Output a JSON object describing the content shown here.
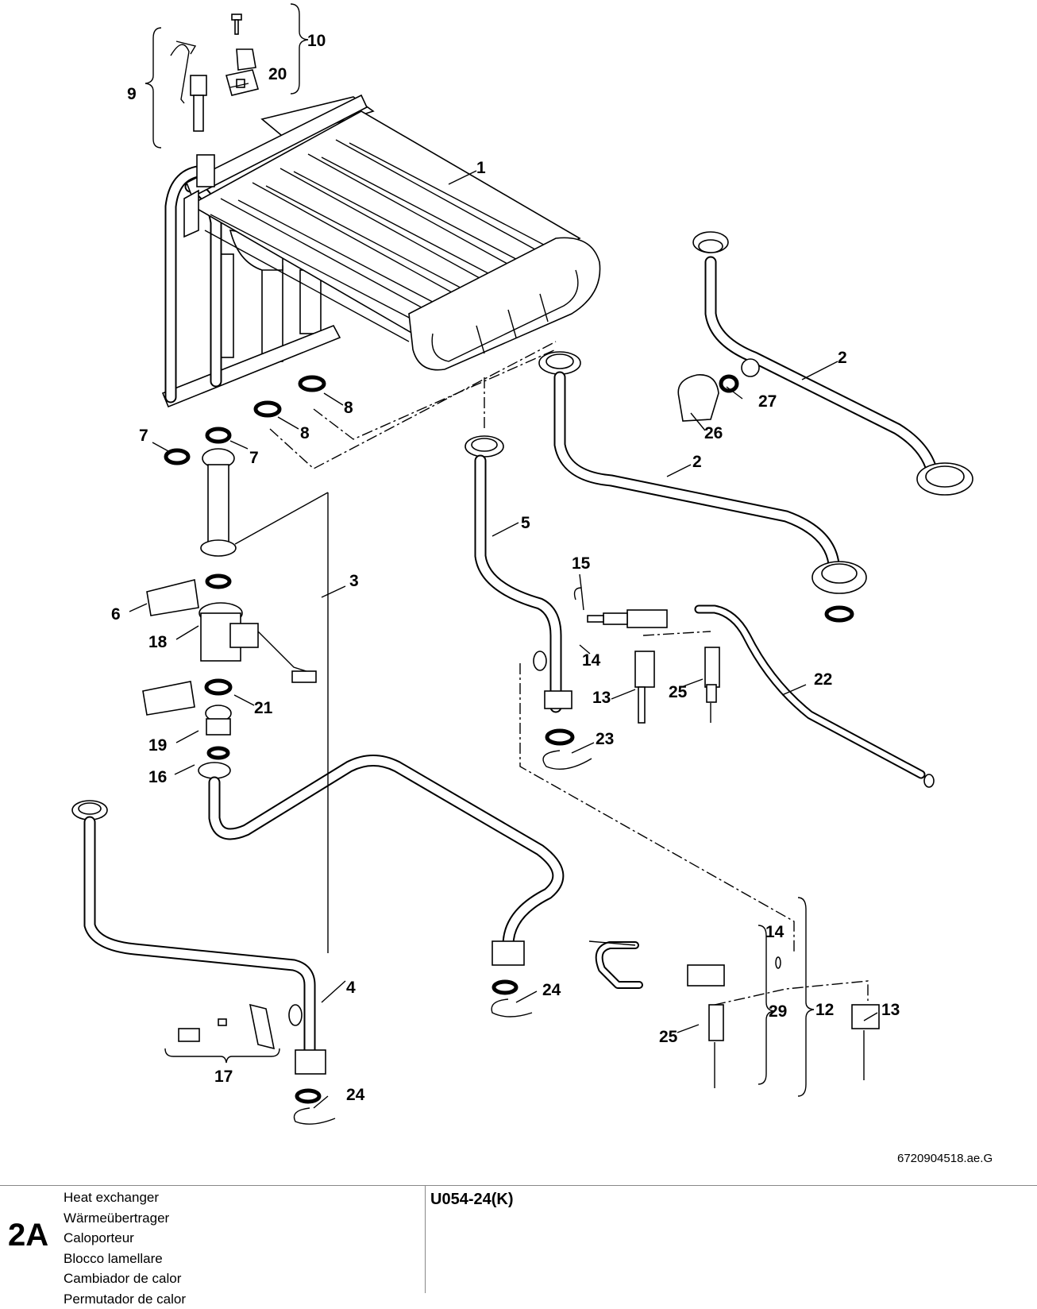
{
  "figure": {
    "callouts": [
      "1",
      "2",
      "2",
      "3",
      "4",
      "5",
      "6",
      "7",
      "7",
      "8",
      "8",
      "9",
      "10",
      "12",
      "13",
      "13",
      "14",
      "14",
      "15",
      "16",
      "17",
      "18",
      "19",
      "20",
      "21",
      "22",
      "23",
      "24",
      "24",
      "25",
      "25",
      "26",
      "27",
      "29"
    ],
    "document_ref": "6720904518.ae.G"
  },
  "footer": {
    "section_number": "2A",
    "names": [
      "Heat exchanger",
      "Wärmeübertrager",
      "Caloporteur",
      "Blocco lamellare",
      "Cambiador de calor",
      "Permutador de calor"
    ],
    "model": "U054-24(K)"
  }
}
